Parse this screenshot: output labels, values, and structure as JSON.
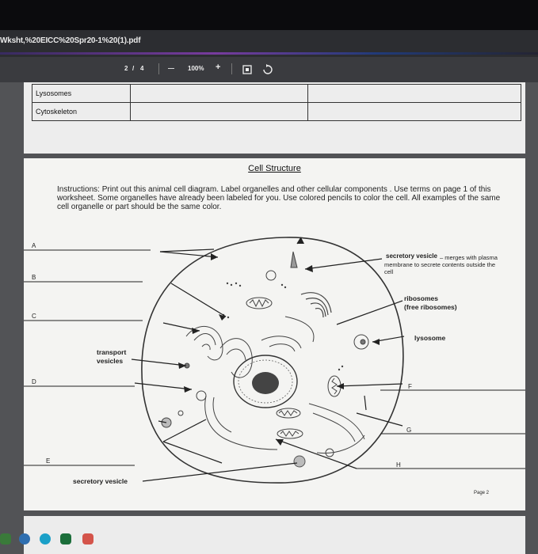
{
  "window": {
    "filename": "Wksht,%20EICC%20Spr20-1%20(1).pdf"
  },
  "toolbar": {
    "page_current": "2",
    "page_sep": "/",
    "page_total": "4",
    "zoom_out": "—",
    "zoom": "100%",
    "zoom_in": "+"
  },
  "table_rows": [
    {
      "label": "Lysosomes"
    },
    {
      "label": "Cytoskeleton"
    }
  ],
  "worksheet": {
    "title": "Cell Structure",
    "instructions": "Instructions: Print out this animal cell diagram. Label organelles and other cellular components . Use terms on page 1 of this worksheet. Some organelles have already been labeled for you. Use colored pencils to color the cell. All examples of the same cell organelle or part should be the same color.",
    "labels": {
      "secretory_vesicle_top": "secretory vesicle",
      "secretory_vesicle_top_note": "– merges with plasma membrane to secrete contents outside the cell",
      "ribosomes": "ribosomes",
      "free_ribosomes": "(free ribosomes)",
      "lysosome": "lysosome",
      "transport": "transport",
      "vesicles": "vesicles",
      "secretory_vesicle_bottom": "secretory vesicle"
    },
    "letters": {
      "A": "A",
      "B": "B",
      "C": "C",
      "D": "D",
      "E": "E",
      "F": "F",
      "G": "G",
      "H": "H"
    },
    "footer": "Page 2"
  },
  "colors": {
    "page_bg": "#f4f4f2",
    "viewer_bg": "#525356",
    "toolbar_bg": "#3a3b3f"
  }
}
